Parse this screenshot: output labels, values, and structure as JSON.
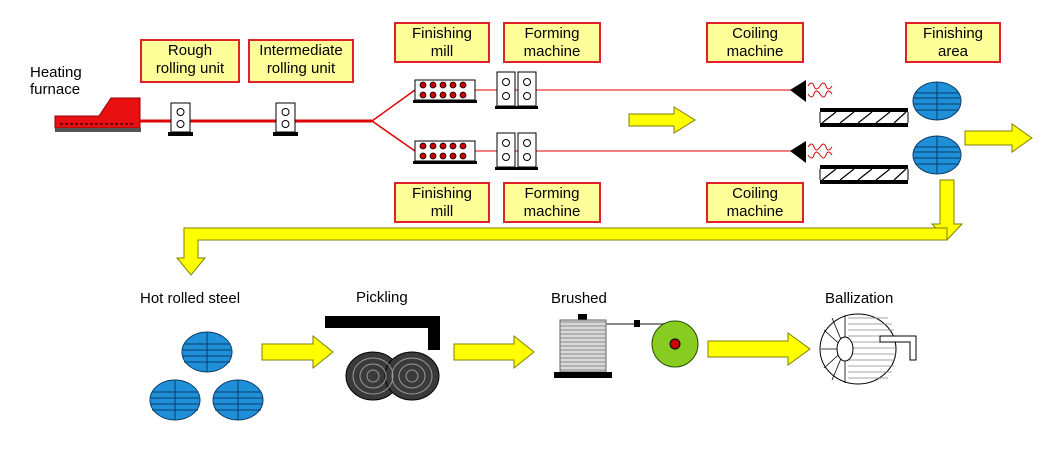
{
  "labels": {
    "heating_furnace": [
      "Heating",
      "furnace"
    ],
    "rough_rolling": [
      "Rough",
      "rolling unit"
    ],
    "intermediate_rolling": [
      "Intermediate",
      "rolling unit"
    ],
    "finishing_mill_top": [
      "Finishing",
      "mill"
    ],
    "forming_machine_top": [
      "Forming",
      "machine"
    ],
    "coiling_machine_top": [
      "Coiling",
      "machine"
    ],
    "finishing_area": [
      "Finishing",
      "area"
    ],
    "finishing_mill_bottom": [
      "Finishing",
      "mill"
    ],
    "forming_machine_bottom": [
      "Forming",
      "machine"
    ],
    "coiling_machine_bottom": [
      "Coiling",
      "machine"
    ],
    "hot_rolled_steel": "Hot rolled steel",
    "pickling": "Pickling",
    "brushed": "Brushed",
    "ballization": "Ballization"
  },
  "colors": {
    "box_fill": "#ffff99",
    "box_border": "#e0202a",
    "arrow_fill": "#ffff00",
    "arrow_stroke": "#7f7f00",
    "steel_line": "#e00000",
    "coil_blue": "#1f8fd8",
    "pickling_coil": "#333333",
    "brush_wheel": "#88cc22"
  }
}
